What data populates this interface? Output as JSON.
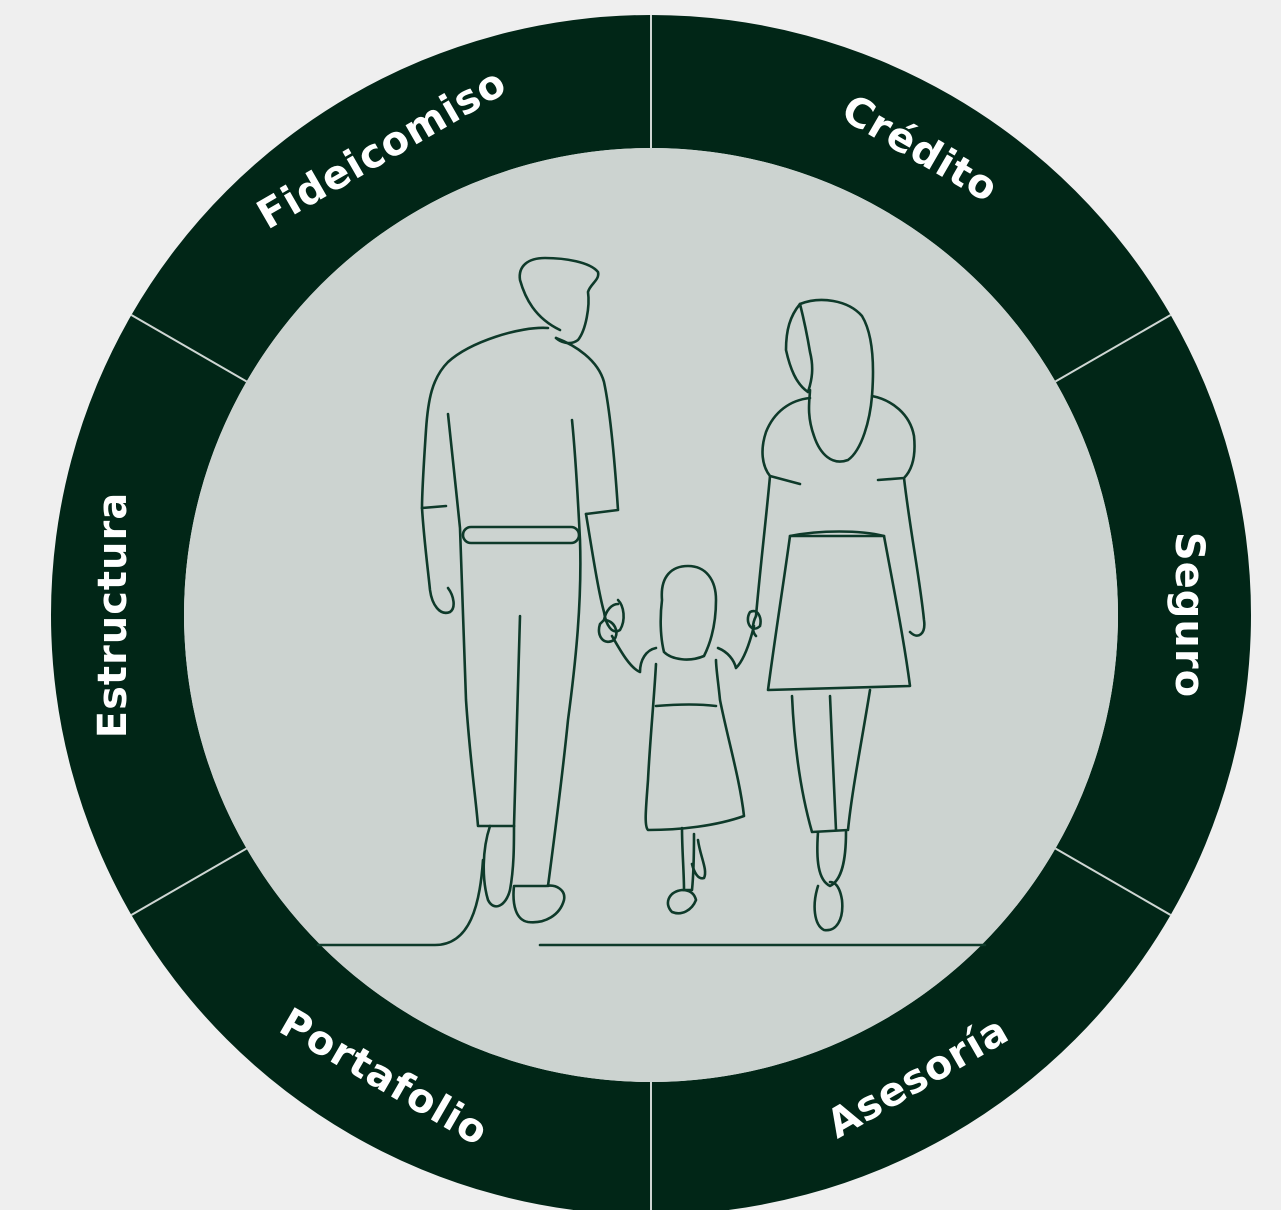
{
  "colors": {
    "background": "#efefef",
    "ring": "#012617",
    "inner_circle": "#ccd3d0",
    "divider": "#cfd6d3",
    "label": "#ffffff",
    "line_art": "#0e3a2a"
  },
  "ring": {
    "segments": [
      {
        "id": "credito",
        "label": "Crédito"
      },
      {
        "id": "seguro",
        "label": "Seguro"
      },
      {
        "id": "asesoria",
        "label": "Asesoría"
      },
      {
        "id": "portafolio",
        "label": "Portafolio"
      },
      {
        "id": "estructura",
        "label": "Estructura"
      },
      {
        "id": "fideicomiso",
        "label": "Fideicomiso"
      }
    ]
  },
  "center": {
    "illustration": "family-walking-line-art"
  }
}
